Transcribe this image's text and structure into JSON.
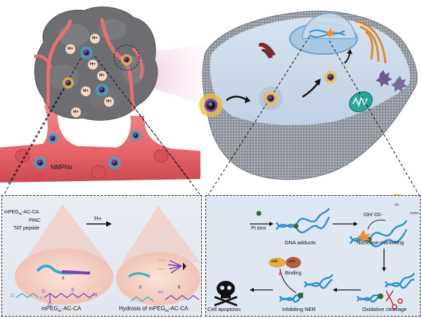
{
  "figure": {
    "top_left": {
      "title": "Tumor accumulation",
      "labels": {
        "nanoparticles": "NMPNs",
        "proton": "H+"
      },
      "proton_count": 7
    },
    "top_right": {
      "title": "Cellular uptake and nuclear entry"
    },
    "panel_left": {
      "particle_labels": {
        "shell": "mPEG5k-AC-CA",
        "shell_prefix": "mPEG",
        "shell_sub": "5k",
        "shell_suffix": "-AC-CA",
        "core": "PtNC",
        "peptide": "TAT peptide"
      },
      "reaction_label": "H+",
      "equals_symbol": "II",
      "chem_left": {
        "repeat_unit": "O",
        "n": "n",
        "carbonyl_o": "O",
        "ester_o": "O",
        "sulfur": "S",
        "nitrogen": "N",
        "hydrogen": "H"
      },
      "chem_right": {
        "acid": "HO",
        "carbonyl_o": "O",
        "sulfur": "S",
        "nitrogen": "N",
        "hydrogen": "H",
        "repeat_unit": "O",
        "n": "n"
      },
      "caption_left_prefix": "mPEG",
      "caption_left_sub": "5k",
      "caption_left_suffix": "-AC-CA",
      "caption_right_prefix": "Hydrosis of mPEG",
      "caption_right_sub": "5k",
      "caption_right_suffix": "-AC-CA"
    },
    "panel_right": {
      "steps": [
        {
          "label": "Pt ions"
        },
        {
          "label": "DNA adducts"
        },
        {
          "label": "Nuclease-mimicking"
        },
        {
          "label": "Oxidative cleavage"
        },
        {
          "label": "Inhibiting NER"
        },
        {
          "label": "Cell apoptosis"
        }
      ],
      "ros_label": "·OH/·O2-",
      "o2_label": "O2",
      "h2o2_label": "H2O2",
      "proteins": [
        "XPA",
        "XPF"
      ],
      "binding_label": "Binding",
      "blocked_mark": "✕"
    },
    "colors": {
      "tumor_gray": "#6b6b6e",
      "vessel_red": "#e8666a",
      "vessel_dark": "#c94a50",
      "proton_bg": "#f6d9c8",
      "dna_blue": "#2d8fcf",
      "pt_green": "#2f6b3a",
      "panel_left_bg": "#e6e9f1",
      "panel_right_bg": "#dfe7f2",
      "cone_pink": "#f1c9c0",
      "peg_cyan": "#39a9c7",
      "linker_purple": "#7b3fb0",
      "tat_yellow": "#e8c23a",
      "scissor_red": "#c0262b",
      "mito_teal": "#2aa59a",
      "golgi_orange": "#d98b2b",
      "glow_pink": "#e7a7c9"
    }
  }
}
